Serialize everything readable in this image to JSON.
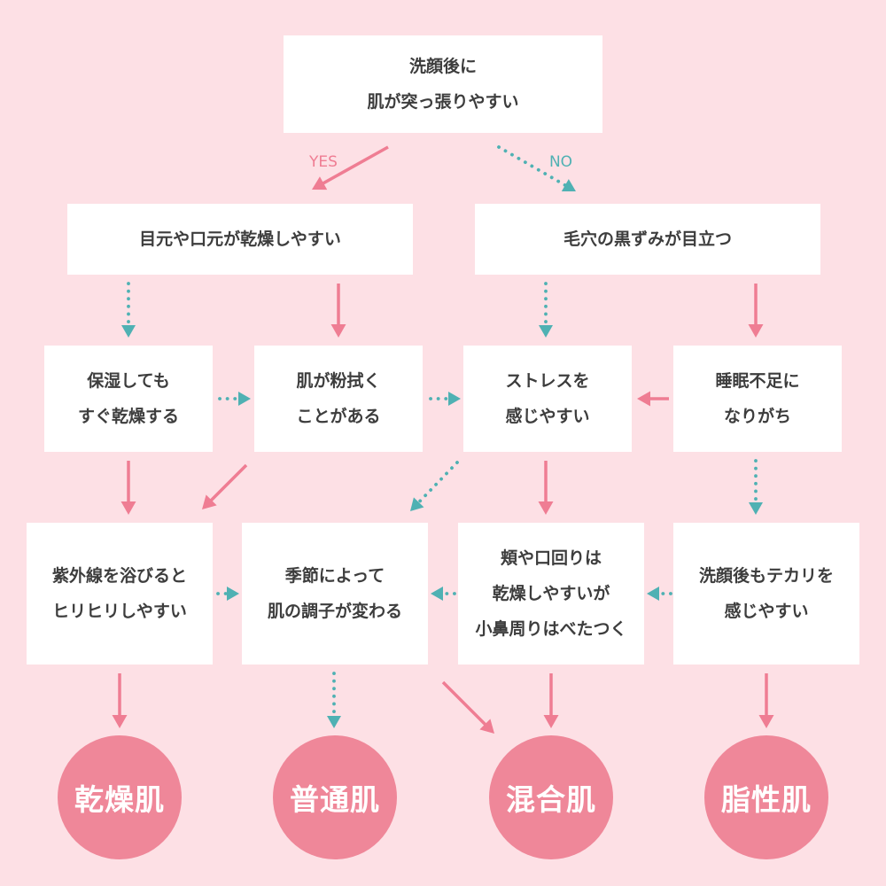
{
  "colors": {
    "background": "#fde0e5",
    "yes": "#ef7d93",
    "no": "#4fb1b3",
    "result": "#ef8799"
  },
  "start": {
    "lines": [
      "洗顔後に",
      "肌が突っ張りやすい"
    ]
  },
  "labels": {
    "yes": "YES",
    "no": "NO"
  },
  "level2": {
    "left": {
      "lines": [
        "目元や口元が乾燥しやすい"
      ]
    },
    "right": {
      "lines": [
        "毛穴の黒ずみが目立つ"
      ]
    }
  },
  "level3": [
    {
      "lines": [
        "保湿しても",
        "すぐ乾燥する"
      ]
    },
    {
      "lines": [
        "肌が粉拭く",
        "ことがある"
      ]
    },
    {
      "lines": [
        "ストレスを",
        "感じやすい"
      ]
    },
    {
      "lines": [
        "睡眠不足に",
        "なりがち"
      ]
    }
  ],
  "level4": [
    {
      "lines": [
        "紫外線を浴びると",
        "ヒリヒリしやすい"
      ]
    },
    {
      "lines": [
        "季節によって",
        "肌の調子が変わる"
      ]
    },
    {
      "lines": [
        "頬や口回りは",
        "乾燥しやすいが",
        "小鼻周りはべたつく"
      ]
    },
    {
      "lines": [
        "洗顔後もテカリを",
        "感じやすい"
      ]
    }
  ],
  "results": [
    "乾燥肌",
    "普通肌",
    "混合肌",
    "脂性肌"
  ]
}
